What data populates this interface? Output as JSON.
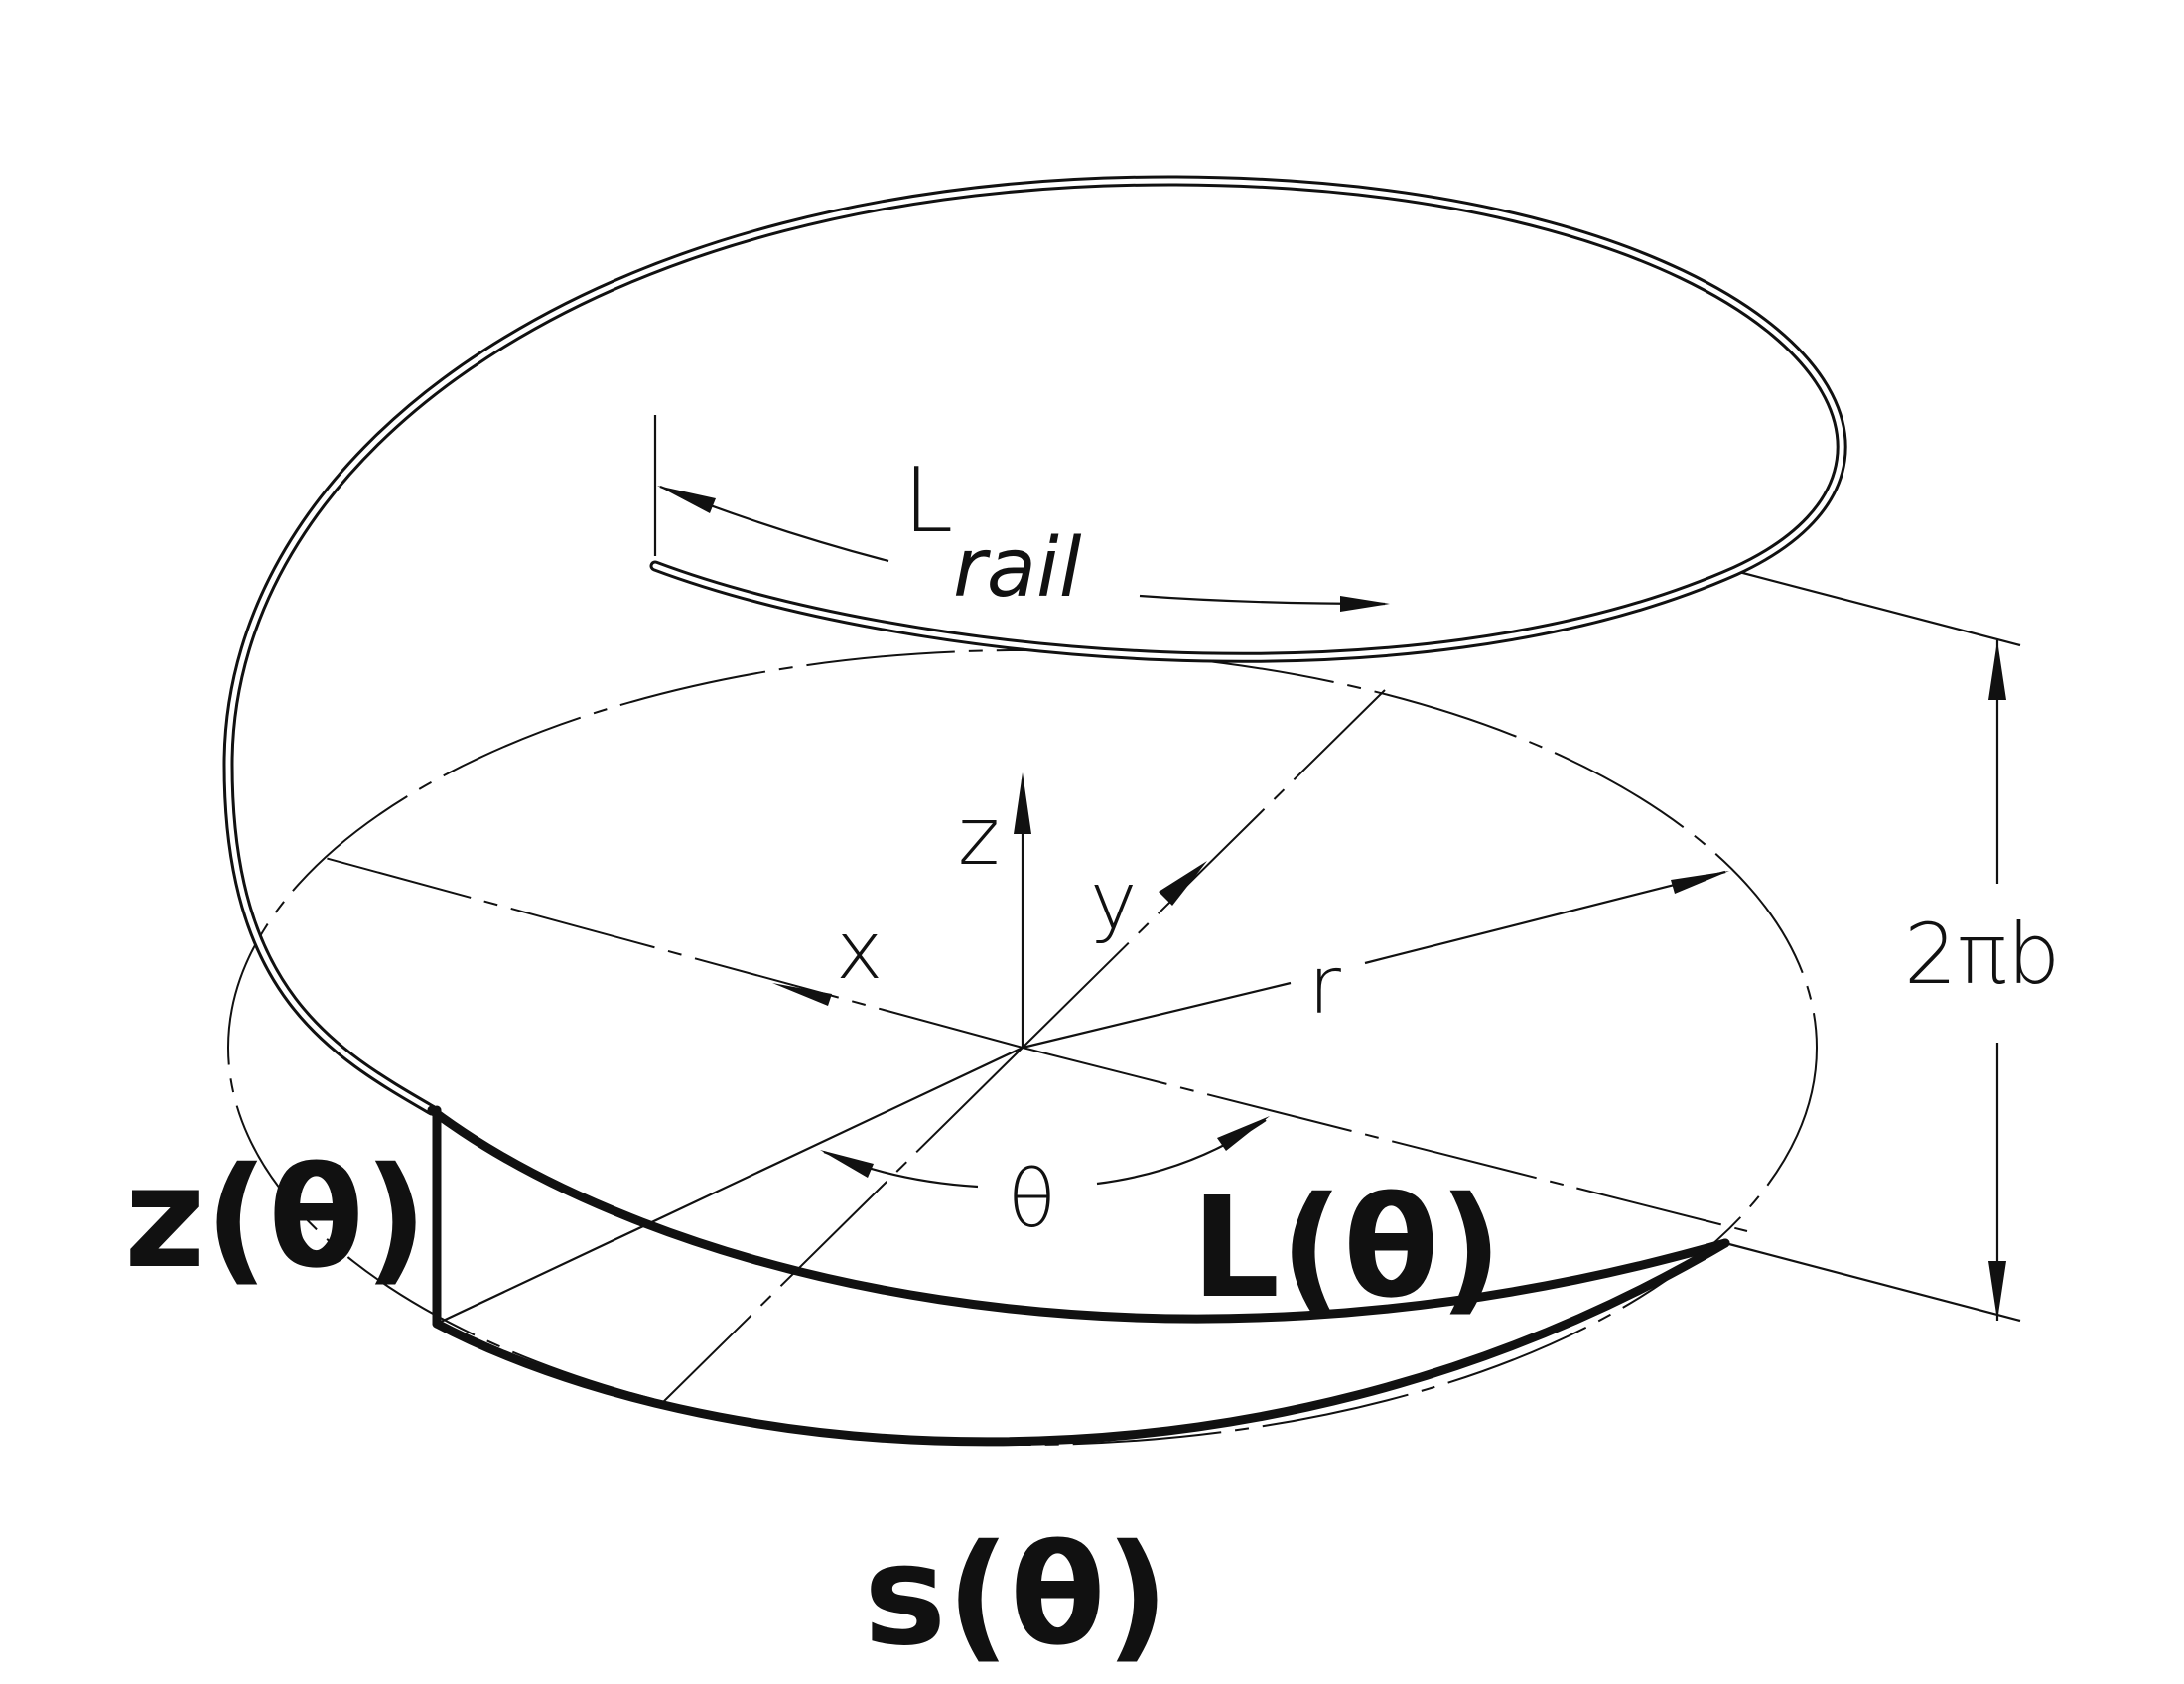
{
  "labels": {
    "l_rail_main": "L",
    "l_rail_sub": "rail",
    "z_axis": "z",
    "y_axis": "y",
    "x_axis": "x",
    "r": "r",
    "theta": "θ",
    "pitch": "2πb",
    "z_theta": "z(θ)",
    "l_theta": "L(θ)",
    "s_theta": "s(θ)"
  },
  "colors": {
    "ink": "#111111",
    "background": "#ffffff"
  }
}
